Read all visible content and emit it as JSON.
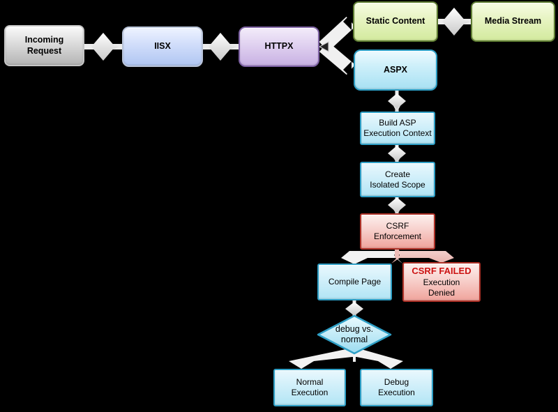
{
  "diagram": {
    "background": "#000000",
    "nodes": {
      "incoming_request": {
        "label": "Incoming\nRequest"
      },
      "iisx": {
        "label": "IISX"
      },
      "httpx": {
        "label": "HTTPX"
      },
      "static_content": {
        "label": "Static Content"
      },
      "media_stream": {
        "label": "Media Stream"
      },
      "aspx": {
        "label": "ASPX"
      },
      "build_asp": {
        "label": "Build ASP\nExecution Context"
      },
      "create_scope": {
        "label": "Create\nIsolated Scope"
      },
      "csrf_enforcement": {
        "label": "CSRF\nEnforcement"
      },
      "compile_page": {
        "label": "Compile Page"
      },
      "csrf_failed": {
        "title": "CSRF FAILED",
        "subtitle": "Execution\nDenied"
      },
      "decision": {
        "label": "debug vs.\nnormal"
      },
      "normal_execution": {
        "label": "Normal\nExecution"
      },
      "debug_execution": {
        "label": "Debug\nExecution"
      }
    },
    "colors": {
      "gray_node": "#b4b4b4",
      "blue_node": "#b0c6f2",
      "purple_node": "#c8b1e3",
      "green_node": "#d3ea9e",
      "cyan_node": "#a8e1f3",
      "cyan_border": "#2e9fc6",
      "red_node": "#f0a49c",
      "red_border": "#b03228",
      "failed_text": "#cc1111",
      "connector_white": "#f0f0f0",
      "connector_pink": "#f0c9c5"
    }
  }
}
